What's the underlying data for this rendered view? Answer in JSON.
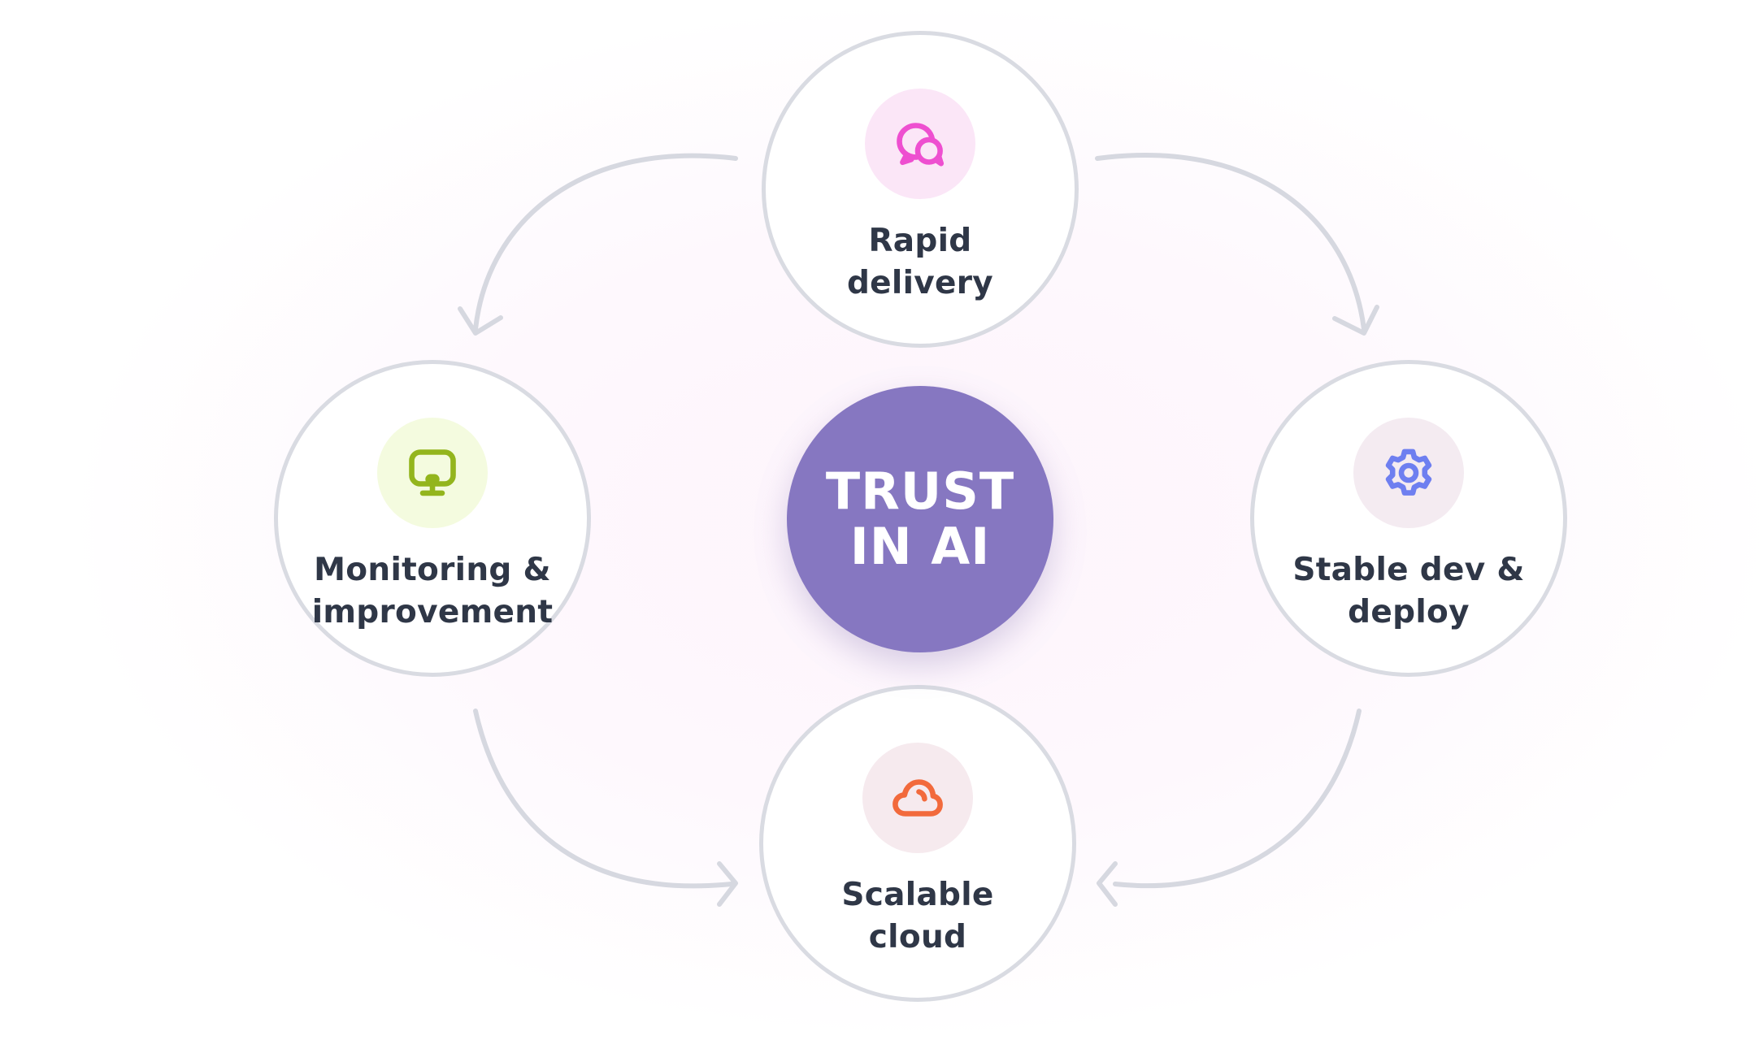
{
  "center": {
    "label": "TRUST IN AI"
  },
  "nodes": {
    "top": {
      "label": "Rapid delivery",
      "icon": "chat-bubbles-icon",
      "icon_color": "#ee4fd0",
      "icon_bg": "#fbe6f7"
    },
    "right": {
      "label": "Stable dev & deploy",
      "icon": "gear-icon",
      "icon_color": "#6e7ff0",
      "icon_bg": "#f4ebf1"
    },
    "bottom": {
      "label": "Scalable cloud",
      "icon": "cloud-icon",
      "icon_color": "#f26a3c",
      "icon_bg": "#f6eaee"
    },
    "left": {
      "label": "Monitoring & improvement",
      "icon": "monitor-icon",
      "icon_color": "#93b51d",
      "icon_bg": "#f4fbdf"
    }
  },
  "colors": {
    "center_fill": "#8677c1",
    "node_border": "#d9dbe2",
    "arrow": "#d6d8e0",
    "label_text": "#2f3747"
  }
}
